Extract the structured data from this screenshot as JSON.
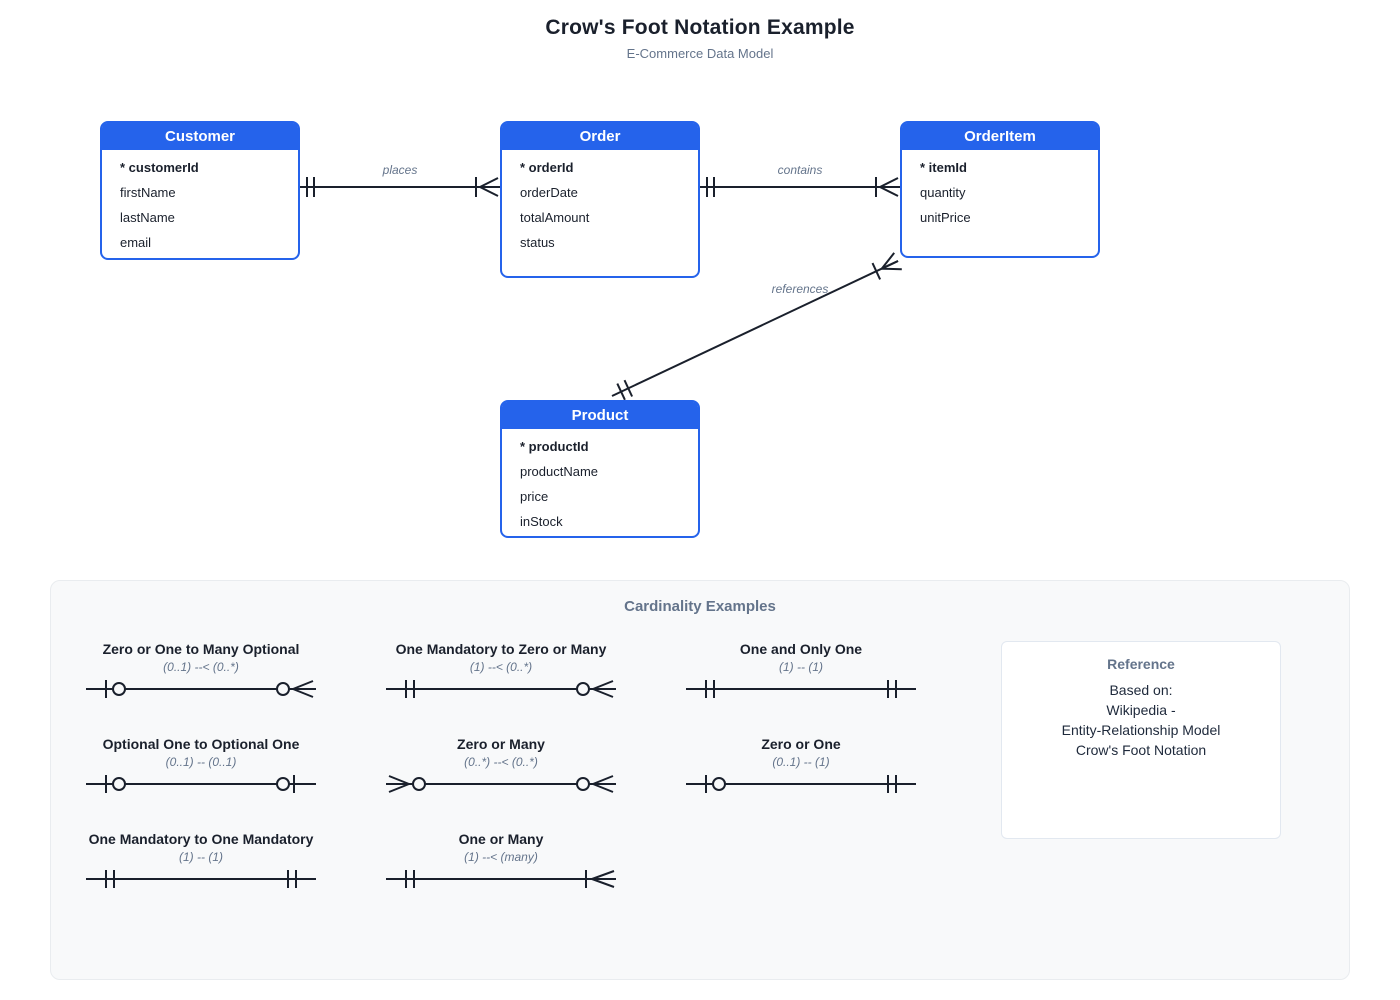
{
  "header": {
    "title": "Crow's Foot Notation Example",
    "subtitle": "E-Commerce Data Model"
  },
  "entities": [
    {
      "name": "Customer",
      "attributes": [
        "* customerId",
        "firstName",
        "lastName",
        "email"
      ]
    },
    {
      "name": "Order",
      "attributes": [
        "* orderId",
        "orderDate",
        "totalAmount",
        "status"
      ]
    },
    {
      "name": "OrderItem",
      "attributes": [
        "* itemId",
        "quantity",
        "unitPrice"
      ]
    },
    {
      "name": "Product",
      "attributes": [
        "* productId",
        "productName",
        "price",
        "inStock"
      ]
    }
  ],
  "relationships": [
    {
      "label": "places",
      "from": "Customer",
      "to": "Order",
      "from_cardinality": "one-mandatory",
      "to_cardinality": "one-or-many"
    },
    {
      "label": "contains",
      "from": "Order",
      "to": "OrderItem",
      "from_cardinality": "one-mandatory",
      "to_cardinality": "one-or-many"
    },
    {
      "label": "references",
      "from": "Product",
      "to": "OrderItem",
      "from_cardinality": "one-mandatory",
      "to_cardinality": "one-or-many"
    }
  ],
  "legend": {
    "title": "Cardinality Examples",
    "items": [
      {
        "title": "Zero or One to Many Optional",
        "formula": "(0..1) --< (0..*)",
        "left_symbol": "zero-or-one",
        "right_symbol": "zero-or-many"
      },
      {
        "title": "One Mandatory to Zero or Many",
        "formula": "(1) --< (0..*)",
        "left_symbol": "one-mandatory",
        "right_symbol": "zero-or-many"
      },
      {
        "title": "One and Only One",
        "formula": "(1) -- (1)",
        "left_symbol": "one-mandatory",
        "right_symbol": "one-mandatory"
      },
      {
        "title": "Optional One to Optional One",
        "formula": "(0..1) -- (0..1)",
        "left_symbol": "zero-or-one",
        "right_symbol": "zero-or-one"
      },
      {
        "title": "Zero or Many",
        "formula": "(0..*) --< (0..*)",
        "left_symbol": "zero-or-many",
        "right_symbol": "zero-or-many"
      },
      {
        "title": "Zero or One",
        "formula": "(0..1) -- (1)",
        "left_symbol": "zero-or-one",
        "right_symbol": "one-mandatory"
      },
      {
        "title": "One Mandatory to One Mandatory",
        "formula": "(1) -- (1)",
        "left_symbol": "one-mandatory",
        "right_symbol": "one-mandatory"
      },
      {
        "title": "One or Many",
        "formula": "(1) --< (many)",
        "left_symbol": "one-mandatory",
        "right_symbol": "one-or-many"
      }
    ],
    "reference": {
      "title": "Reference",
      "lines": [
        "Based on:",
        "Wikipedia -",
        "Entity-Relationship Model",
        "Crow's Foot Notation"
      ]
    }
  },
  "colors": {
    "accent_blue": "#2563eb",
    "line_dark": "#1a202c",
    "muted_gray": "#64748b",
    "legend_bg": "#f8f9fa"
  }
}
